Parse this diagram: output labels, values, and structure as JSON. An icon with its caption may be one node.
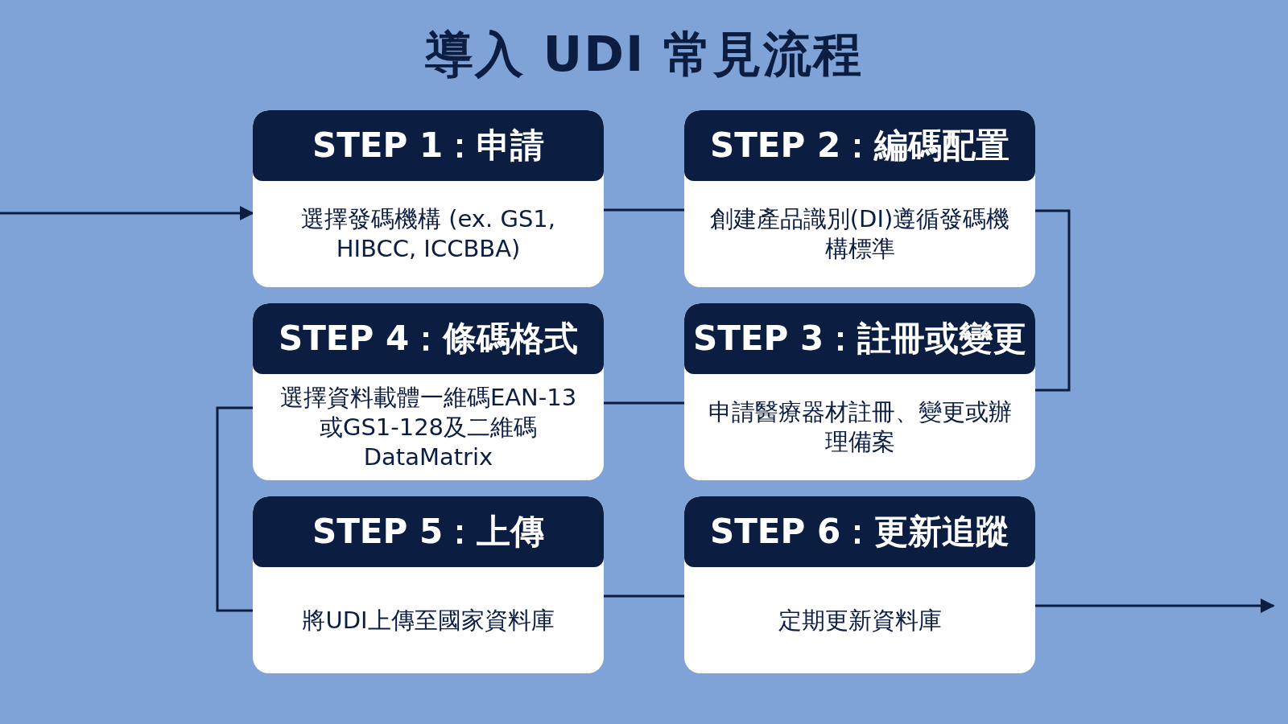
{
  "diagram": {
    "title": "導入 UDI 常見流程",
    "nodes": [
      {
        "text": [
          "STEP 1：申請",
          "選擇發碼機構 (ex. GS1, HIBCC, ICCBBA)"
        ]
      },
      {
        "text": [
          "STEP 2：編碼配置",
          "創建產品識別(DI)遵循發碼機構標準"
        ]
      },
      {
        "text": [
          "STEP 3：註冊或變更",
          "申請醫療器材註冊、變更或辦理備案"
        ]
      },
      {
        "text": [
          "STEP 4：條碼格式",
          "選擇資料載體一維碼EAN-13 或GS1-128及二維碼 DataMatrix"
        ]
      },
      {
        "text": [
          "STEP 5：上傳",
          "將UDI上傳至國家資料庫"
        ]
      },
      {
        "text": [
          "STEP 6：更新追蹤",
          "定期更新資料庫"
        ]
      }
    ],
    "edges": [
      {
        "from": null,
        "to": 0,
        "arrow": "to"
      },
      {
        "from": 0,
        "to": 1,
        "arrow": "none"
      },
      {
        "from": 1,
        "to": 2,
        "arrow": "none"
      },
      {
        "from": 2,
        "to": 3,
        "arrow": "none"
      },
      {
        "from": 3,
        "to": 4,
        "arrow": "none"
      },
      {
        "from": 4,
        "to": 5,
        "arrow": "none"
      },
      {
        "from": 5,
        "to": null,
        "arrow": "to"
      }
    ]
  }
}
